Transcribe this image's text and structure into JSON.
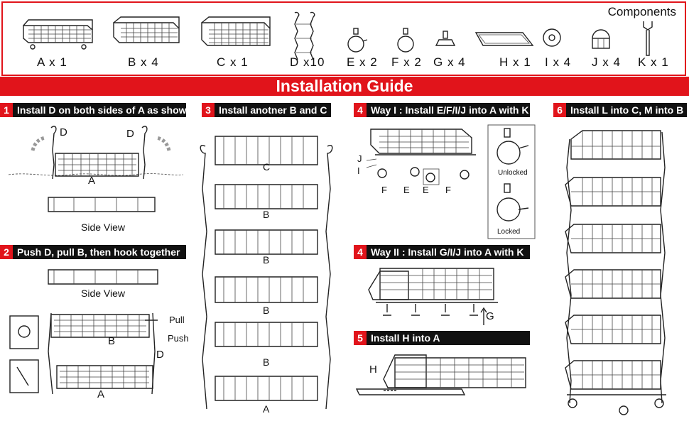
{
  "components": {
    "title": "Components",
    "items": [
      {
        "label": "A x 1",
        "icon": "basket-icon"
      },
      {
        "label": "B x 4",
        "icon": "basket-icon"
      },
      {
        "label": "C x 1",
        "icon": "basket-icon"
      },
      {
        "label": "D x10",
        "icon": "side-frame-icon"
      },
      {
        "label": "E x 2",
        "icon": "caster-wheel-icon"
      },
      {
        "label": "F x 2",
        "icon": "caster-wheel-icon"
      },
      {
        "label": "G x 4",
        "icon": "foot-pad-icon"
      },
      {
        "label": "H x 1",
        "icon": "tray-icon"
      },
      {
        "label": "I x 4",
        "icon": "washer-icon"
      },
      {
        "label": "J x 4",
        "icon": "cap-nut-icon"
      },
      {
        "label": "K x 1",
        "icon": "wrench-icon"
      }
    ]
  },
  "banner": "Installation Guide",
  "steps": {
    "s1": {
      "num": "1",
      "text": "Install D on both sides of A as show",
      "label_d1": "D",
      "label_d2": "D",
      "label_a": "A",
      "side_view": "Side View"
    },
    "s2": {
      "num": "2",
      "text": "Push D, pull B, then hook together",
      "side_view": "Side View",
      "pull": "Pull",
      "push": "Push",
      "label_b": "B",
      "label_d": "D",
      "label_a": "A"
    },
    "s3": {
      "num": "3",
      "text": "Install anotner B and C",
      "labels": [
        "C",
        "B",
        "B",
        "B",
        "B",
        "A"
      ]
    },
    "s4a": {
      "num": "4",
      "text": "Way I : Install E/F/I/J into A with K",
      "j": "J",
      "i": "I",
      "f1": "F",
      "e1": "E",
      "e2": "E",
      "f2": "F",
      "unlocked": "Unlocked",
      "locked": "Locked"
    },
    "s4b": {
      "num": "4",
      "text": "Way  II : Install G/I/J into A with K",
      "g": "G"
    },
    "s5": {
      "num": "5",
      "text": "Install H into A",
      "h": "H"
    },
    "s6": {
      "num": "6",
      "text": "Install L into C, M into B"
    }
  },
  "colors": {
    "accent": "#e1141b",
    "dark": "#111111"
  }
}
